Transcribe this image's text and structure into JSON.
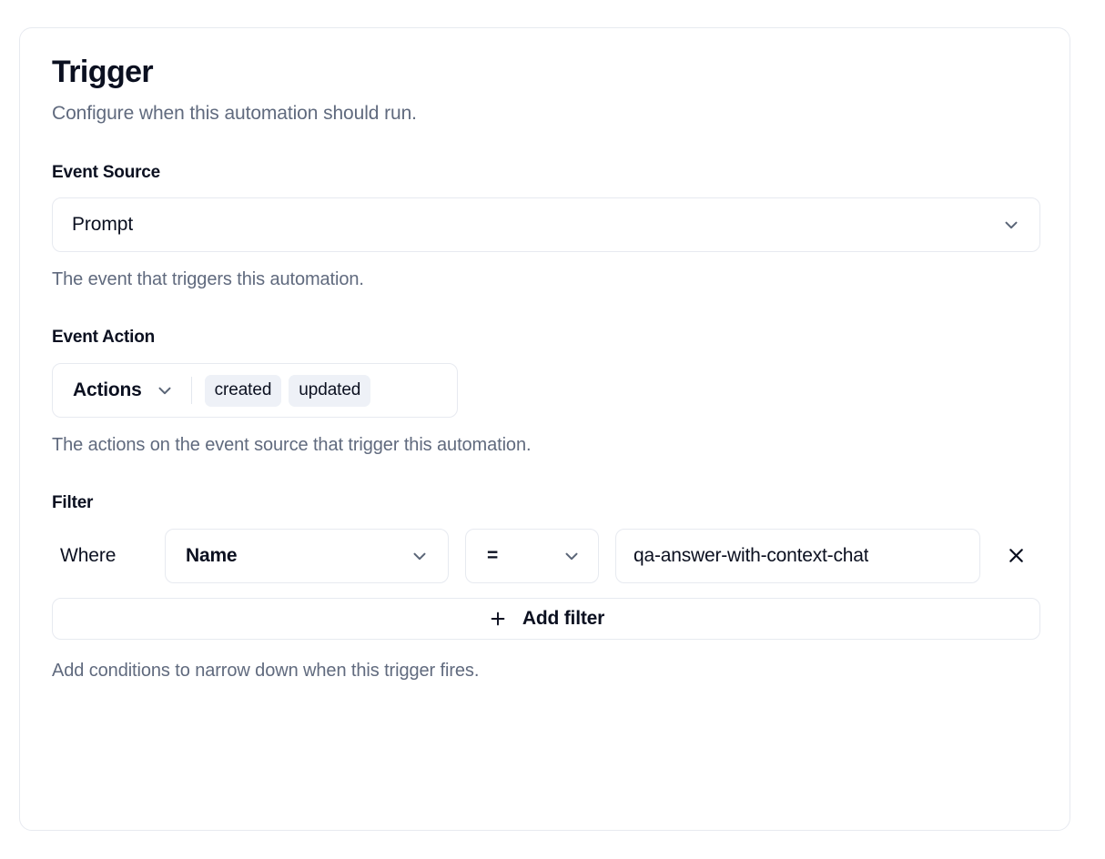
{
  "card": {
    "title": "Trigger",
    "subtitle": "Configure when this automation should run."
  },
  "event_source": {
    "label": "Event Source",
    "value": "Prompt",
    "help": "The event that triggers this automation.",
    "chevron_icon": "chevron-down-icon"
  },
  "event_action": {
    "label": "Event Action",
    "trigger_label": "Actions",
    "chips": [
      "created",
      "updated"
    ],
    "help": "The actions on the event source that trigger this automation.",
    "chevron_icon": "chevron-down-icon"
  },
  "filter": {
    "label": "Filter",
    "where_label": "Where",
    "field_value": "Name",
    "operator_value": "=",
    "value_text": "qa-answer-with-context-chat",
    "remove_icon": "close-icon",
    "add_filter_label": "Add filter",
    "add_filter_icon": "plus-icon",
    "help": "Add conditions to narrow down when this trigger fires."
  },
  "colors": {
    "background": "#ffffff",
    "border": "#e7eaf0",
    "text_primary": "#0b1020",
    "text_muted": "#606a7e",
    "chip_bg": "#eef1f7",
    "icon": "#5a6577"
  }
}
